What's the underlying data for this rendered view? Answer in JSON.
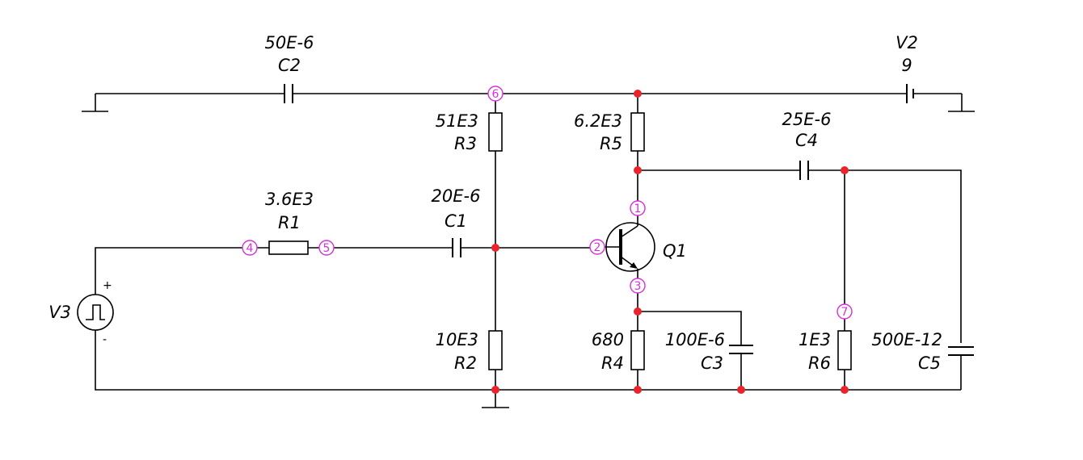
{
  "components": {
    "C2": {
      "name": "C2",
      "value": "50E-6"
    },
    "V2": {
      "name": "V2",
      "value": "9"
    },
    "R3": {
      "name": "R3",
      "value": "51E3"
    },
    "R5": {
      "name": "R5",
      "value": "6.2E3"
    },
    "C4": {
      "name": "C4",
      "value": "25E-6"
    },
    "R1": {
      "name": "R1",
      "value": "3.6E3"
    },
    "C1": {
      "name": "C1",
      "value": "20E-6"
    },
    "Q1": {
      "name": "Q1"
    },
    "V3": {
      "name": "V3",
      "plus": "+",
      "minus": "-"
    },
    "R2": {
      "name": "R2",
      "value": "10E3"
    },
    "R4": {
      "name": "R4",
      "value": "680"
    },
    "C3": {
      "name": "C3",
      "value": "100E-6"
    },
    "R6": {
      "name": "R6",
      "value": "1E3"
    },
    "C5": {
      "name": "C5",
      "value": "500E-12"
    }
  },
  "nodes": [
    "1",
    "2",
    "3",
    "4",
    "5",
    "6",
    "7"
  ],
  "colors": {
    "junction": "#e8252a",
    "node_label": "#d630d6",
    "wire": "#000000"
  }
}
